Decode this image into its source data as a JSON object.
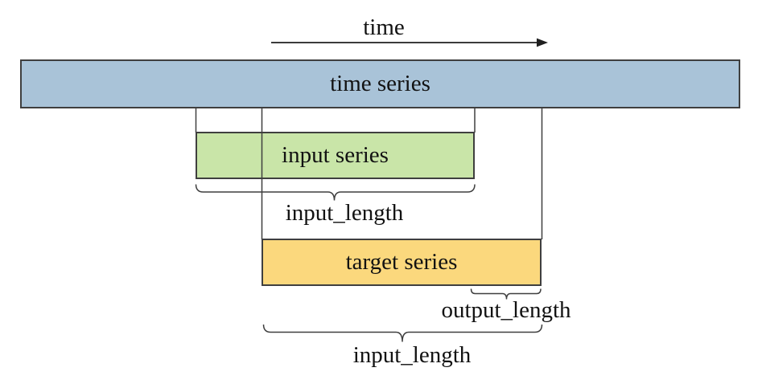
{
  "diagram": {
    "time_axis": {
      "label": "time"
    },
    "bars": {
      "time_series": {
        "label": "time series",
        "fill": "#a9c3d8"
      },
      "input_series": {
        "label": "input series",
        "fill": "#c9e5a8"
      },
      "target_series": {
        "label": "target series",
        "fill": "#fbd87d"
      }
    },
    "annotations": {
      "input_length_top": {
        "label": "input_length"
      },
      "output_length": {
        "label": "output_length"
      },
      "input_length_bottom": {
        "label": "input_length"
      }
    },
    "colors": {
      "line": "#3f3f3f",
      "arrow": "#1f1f1f",
      "bar_border": "#3f3f3f",
      "text": "#121212",
      "background": "#ffffff"
    }
  }
}
